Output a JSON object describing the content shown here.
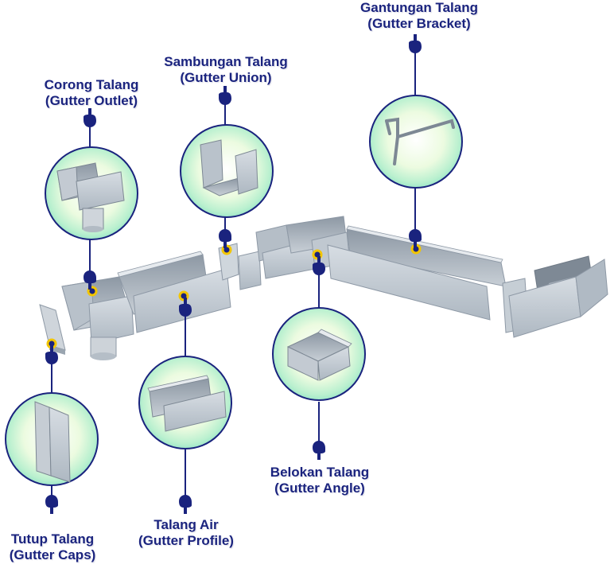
{
  "colors": {
    "label": "#1a237e",
    "leader": "#1a237e",
    "marker_ring": "#f2c500",
    "bubble_center": "#ffffff",
    "bubble_mid": "#e6fbd8",
    "bubble_edge": "#9fe8c8",
    "gutter_face": "#c3cad2",
    "gutter_top": "#dfe4ea",
    "gutter_shadow": "#8e99a6",
    "gutter_inner": "#7d8894"
  },
  "callouts": [
    {
      "id": "corong",
      "line1": "Corong Talang",
      "line2": "(Gutter Outlet)",
      "part_icon": "gutter-outlet-icon"
    },
    {
      "id": "sambungan",
      "line1": "Sambungan Talang",
      "line2": "(Gutter Union)",
      "part_icon": "gutter-union-icon"
    },
    {
      "id": "gantungan",
      "line1": "Gantungan Talang",
      "line2": "(Gutter Bracket)",
      "part_icon": "gutter-bracket-icon"
    },
    {
      "id": "tutup",
      "line1": "Tutup Talang",
      "line2": "(Gutter Caps)",
      "part_icon": "gutter-cap-icon"
    },
    {
      "id": "talang-air",
      "line1": "Talang Air",
      "line2": "(Gutter Profile)",
      "part_icon": "gutter-profile-icon"
    },
    {
      "id": "belokan",
      "line1": "Belokan Talang",
      "line2": "(Gutter Angle)",
      "part_icon": "gutter-angle-icon"
    }
  ]
}
